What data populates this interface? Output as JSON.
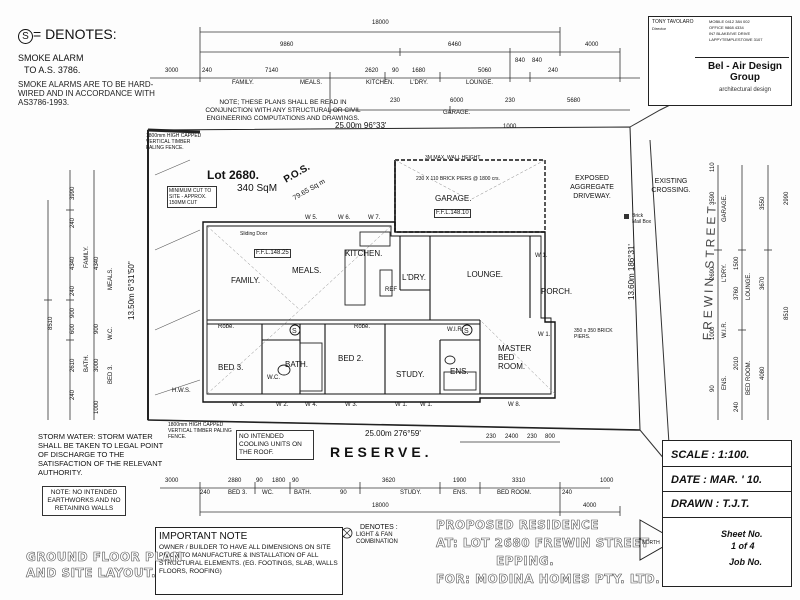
{
  "smoke": {
    "symbol": "S",
    "heading": "= DENOTES:",
    "line1": "SMOKE ALARM",
    "line2": "TO A.S. 3786.",
    "body": "SMOKE ALARMS ARE TO BE HARD-WIRED AND IN ACCORDANCE WITH AS3786-1993."
  },
  "plan_note": "NOTE; THESE PLANS SHALL BE READ IN CONJUNCTION WITH ANY STRUCTURAL OR CIVIL ENGINEERING COMPUTATIONS AND DRAWINGS.",
  "title_block": {
    "person": "TONY TAVOLARO",
    "person_sub": "Director",
    "contact": [
      "MOBILE 0412 384 002",
      "OFFICE 9868 4334",
      "IN7 BLAKE/IVE DRIVE",
      "LAPPYTEMPLESTOWE 3107"
    ],
    "company": "Bel - Air Design Group",
    "company_sub": "architectural design",
    "scale": "SCALE :  1:100.",
    "date": "DATE : MAR. ' 10.",
    "drawn": "DRAWN : T.J.T.",
    "sheet": "Sheet No.",
    "sheet_of": "1 of 4",
    "job": "Job No."
  },
  "project": {
    "line1": "PROPOSED RESIDENCE",
    "line2": "AT: LOT 2680 FREWIN STREET",
    "line3": "EPPING.",
    "line4": "FOR: MODINA HOMES PTY. LTD."
  },
  "drawing_title": [
    "GROUND FLOOR PLAN",
    "AND SITE LAYOUT."
  ],
  "important": {
    "heading": "IMPORTANT NOTE",
    "body": "OWNER / BUILDER TO HAVE ALL DIMENSIONS ON SITE PRIOR TO MANUFACTURE & INSTALLATION OF ALL STRUCTURAL ELEMENTS. (EG. FOOTINGS, SLAB, WALLS FLOORS, ROOFING)"
  },
  "light_fan": {
    "heading": "DENOTES :",
    "body": "LIGHT & FAN COMBINATION"
  },
  "storm_water": "STORM WATER: STORM WATER SHALL BE TAKEN TO LEGAL POINT OF DISCHARGE TO THE SATISFACTION OF THE RELEVANT AUTHORITY.",
  "earthworks": "NOTE: NO INTENDED EARTHWORKS AND NO RETAINING WALLS",
  "cooling": "NO INTENDED COOLING UNITS ON THE ROOF.",
  "site": {
    "lot": "Lot 2680.",
    "area": "340 SqM",
    "pos": "P.O.S.",
    "pos_area": "79.65 Sq m",
    "reserve": "RESERVE.",
    "street": "FREWIN STREET.",
    "crossing": "EXISTING CROSSING.",
    "driveway": "EXPOSED AGGREGATE DRIVEWAY.",
    "bearing_top": "25.00m  96°33'",
    "bearing_bottom": "25.00m  276°59'",
    "bearing_left": "13.50m  6°31'50\"",
    "bearing_right": "13.60m  186°31'",
    "fence_top": "1800mm HIGH CAPPED VERTICAL TIMBER PALING FENCE.",
    "fence_bottom": "1800mm HIGH CAPPED VERTICAL TIMBER PALING FENCE.",
    "min_cut": "MINIMUM CUT TO SITE - APPROX. 150MM CUT",
    "mail": "Brick Mail Box"
  },
  "rooms": {
    "family": "FAMILY.",
    "meals": "MEALS.",
    "kitchen": "KITCHEN.",
    "ldry": "L'DRY.",
    "lounge": "LOUNGE.",
    "garage": "GARAGE.",
    "porch": "PORCH.",
    "bed3": "BED 3.",
    "bath": "BATH.",
    "bed2": "BED 2.",
    "study": "STUDY.",
    "ens": "ENS.",
    "master": "MASTER BED ROOM.",
    "robe1": "Robe.",
    "robe2": "Robe.",
    "wir": "W.I.R.",
    "ffl_house": "F.F.L.148.25",
    "ffl_garage": "F.F.L.148.10",
    "wc": "W.C.",
    "ref": "REF",
    "sliding": "Sliding Door",
    "hws": "H.W.S.",
    "wall_height": "3M MAX. WALL HEIGHT",
    "piers": "230 X 110 BRICK PIERS @ 1800 crs.",
    "brick_piers": "350 x 350 BRICK PIERS."
  },
  "dims": {
    "top": [
      "18000",
      "9860",
      "6460",
      "4000",
      "3000",
      "240",
      "7140",
      "2620",
      "90",
      "1680",
      "5060",
      "840",
      "840",
      "240",
      "230",
      "6000",
      "230",
      "5680",
      "1000"
    ],
    "top_labels": [
      "FAMILY.",
      "MEALS.",
      "KITCHEN.",
      "L'DRY.",
      "LOUNGE.",
      "GARAGE."
    ],
    "bottom": [
      "3000",
      "2880",
      "90",
      "1800",
      "90",
      "3620",
      "1900",
      "3310",
      "240",
      "90",
      "240",
      "1000",
      "4000",
      "18000",
      "230",
      "2400",
      "230",
      "800"
    ],
    "bottom_labels": [
      "BED 3.",
      "WC.",
      "BATH.",
      "STUDY.",
      "ENS.",
      "BED ROOM."
    ],
    "left": [
      "3990",
      "240",
      "4340",
      "4340",
      "240",
      "8510",
      "900",
      "600",
      "900",
      "2610",
      "3000",
      "240",
      "1000"
    ],
    "left_labels": [
      "FAMILY.",
      "MEALS.",
      "W.C.",
      "BATH.",
      "BED 3."
    ],
    "right": [
      "110",
      "3590",
      "3550",
      "2990",
      "2690",
      "1500",
      "3760",
      "3670",
      "8510",
      "1000",
      "2010",
      "4080",
      "90",
      "240"
    ],
    "right_labels": [
      "GARAGE.",
      "L'DRY.",
      "LOUNGE.",
      "W.I.R.",
      "ENS.",
      "BED ROOM."
    ]
  },
  "windows": [
    "W 5.",
    "W 6.",
    "W 7.",
    "W 1.",
    "W 1.",
    "W 2.",
    "W 3.",
    "W 3.",
    "W 4.",
    "W 1.",
    "W 1.",
    "W 8."
  ],
  "north": "NORTH"
}
